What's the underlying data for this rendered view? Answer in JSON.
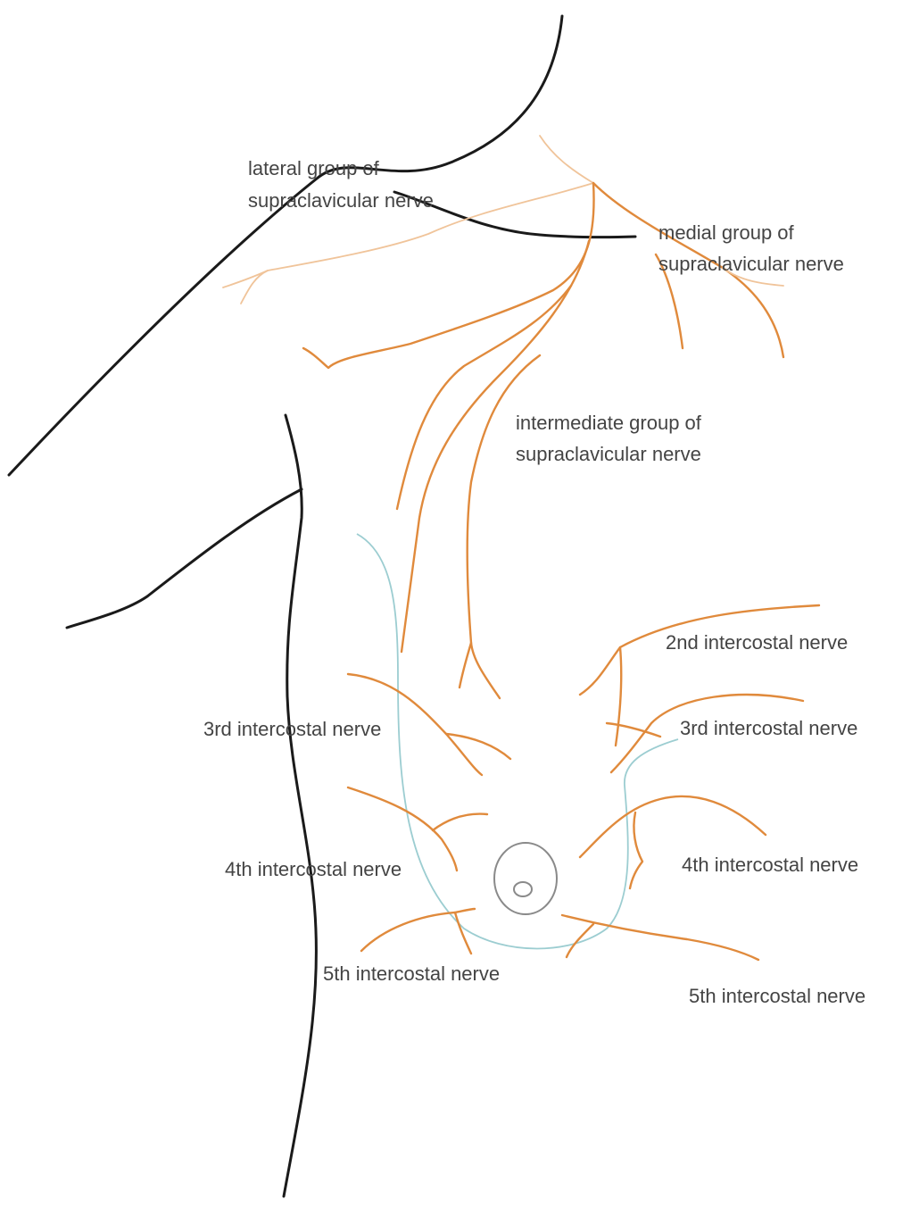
{
  "colors": {
    "body_outline": "#1a1a1a",
    "nerve": "#e08a3c",
    "nerve_faint": "#f0c49a",
    "breast_outline": "#9ccdd1",
    "areola": "#8a8a8a",
    "label_text": "#444444"
  },
  "labels": {
    "lateral_supraclavicular": [
      "lateral group of",
      "supraclavicular nerve"
    ],
    "medial_supraclavicular": [
      "medial group of",
      "supraclavicular nerve"
    ],
    "intermediate_supraclavicular": [
      "intermediate group of",
      "supraclavicular nerve"
    ],
    "right_2nd_intercostal": "2nd intercostal nerve",
    "left_3rd_intercostal": "3rd intercostal nerve",
    "right_3rd_intercostal": "3rd intercostal nerve",
    "left_4th_intercostal": "4th intercostal nerve",
    "right_4th_intercostal": "4th intercostal nerve",
    "left_5th_intercostal": "5th intercostal nerve",
    "right_5th_intercostal": "5th intercostal nerve"
  }
}
